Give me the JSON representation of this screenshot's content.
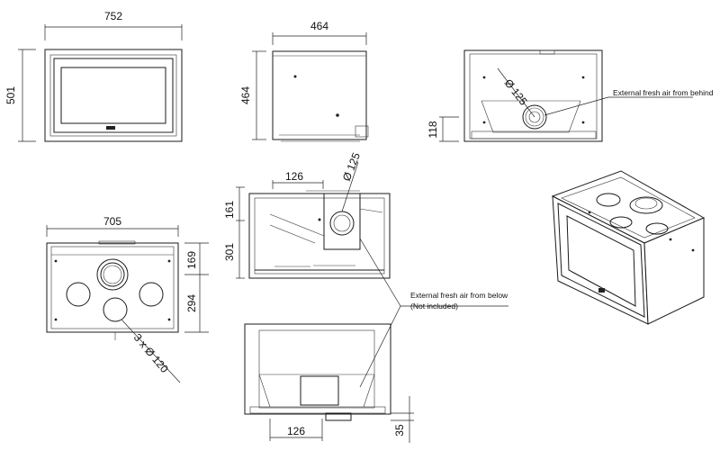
{
  "dimensions": {
    "front_width": "752",
    "front_height": "501",
    "top_width": "464",
    "top_height": "464",
    "rear_height": "118",
    "rear_pipe_dia": "Ø 125",
    "section_width": "126",
    "section_height_top": "161",
    "section_height_bottom": "301",
    "section_pipe_dia": "Ø 125",
    "bottom_width": "705",
    "bottom_height_top": "169",
    "bottom_height_bottom": "294",
    "bottom_holes": "3 x Ø 120",
    "base_width": "126",
    "base_height": "35"
  },
  "notes": {
    "air_behind": "External fresh air from behind",
    "air_below": "External fresh air from below",
    "air_below_sub": "(Not included)"
  }
}
